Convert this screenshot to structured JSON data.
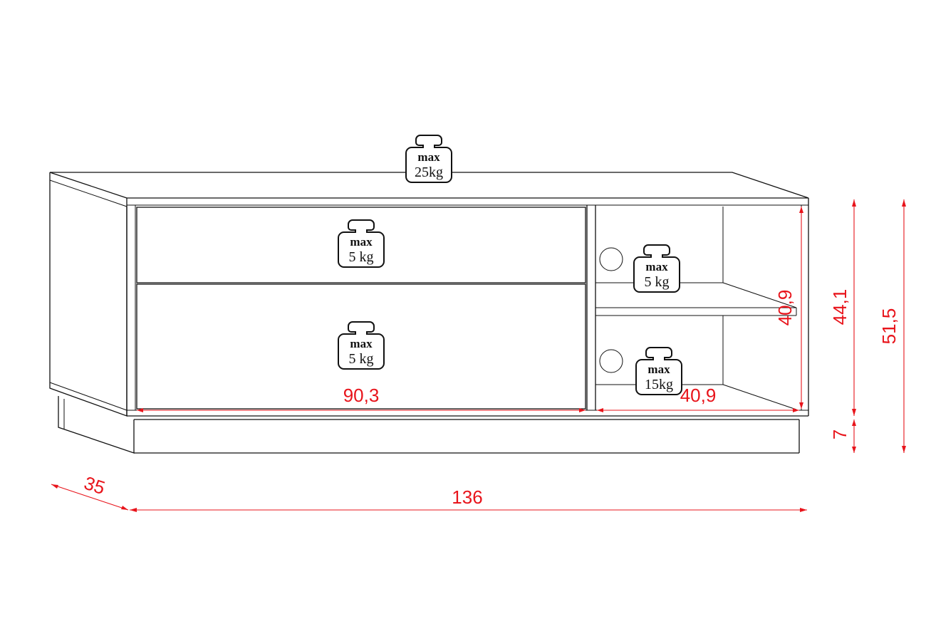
{
  "colors": {
    "outline": "#111111",
    "dimension": "#e8141b",
    "background": "#ffffff"
  },
  "dimensions": {
    "depth": "35",
    "total_width": "136",
    "drawer_width": "90,3",
    "shelf_width": "40,9",
    "compartment_height": "40,9",
    "body_height": "44,1",
    "plinth_height": "7",
    "total_height": "51,5"
  },
  "weights": {
    "top": {
      "max": "max",
      "load": "25kg"
    },
    "upper_drawer": {
      "max": "max",
      "load": "5 kg"
    },
    "lower_drawer": {
      "max": "max",
      "load": "5 kg"
    },
    "upper_shelf": {
      "max": "max",
      "load": "5 kg"
    },
    "lower_shelf": {
      "max": "max",
      "load": "15kg"
    }
  },
  "icons": [
    "weight-icon",
    "cable-hole-icon"
  ]
}
